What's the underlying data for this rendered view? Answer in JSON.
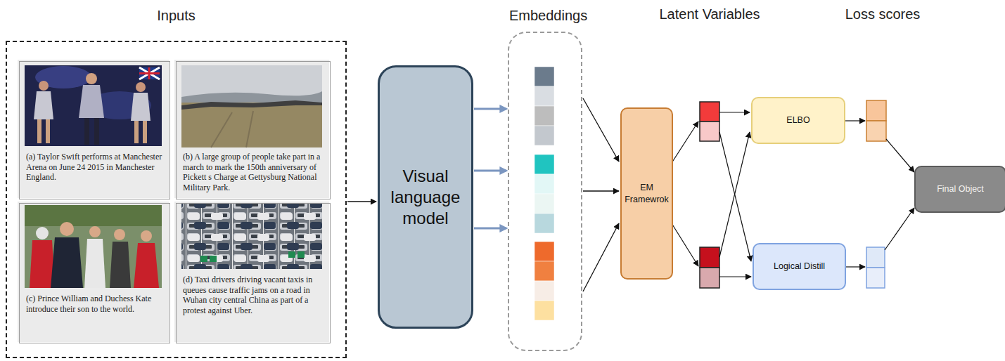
{
  "diagram": {
    "nodes": [
      {
        "text": [
          "Inputs"
        ]
      },
      {
        "text": [
          "(a) Taylor Swift performs at Manchester Arena on June 24 2015 in Manchester England."
        ],
        "in": 0
      },
      {
        "text": [
          "(b) A large group of people take part in a march to mark the 150th anniversary of Pickett s Charge at Gettysburg National Military Park."
        ],
        "in": 0
      },
      {
        "text": [
          "(c) Prince William and Duchess Kate introduce their son to the world."
        ],
        "in": 0
      },
      {
        "text": [
          "(d) Taxi drivers driving vacant taxis in queues cause traffic jams on a road in Wuhan city central China as part of a protest against Uber."
        ],
        "in": 0
      },
      {
        "text": [
          "Visual language model"
        ]
      },
      {
        "text": [
          "Embeddings"
        ]
      },
      {
        "text": [
          "EM Framewrok"
        ]
      },
      {
        "text": [
          "ELBO"
        ]
      },
      {
        "text": [
          "Logical Distill"
        ]
      },
      {
        "text": [
          "Final Object"
        ]
      }
    ],
    "edges": [
      {
        "from": 0,
        "to": 5,
        "arrow": "to"
      },
      {
        "from": 5,
        "to": 6,
        "arrow": "to"
      },
      {
        "from": 5,
        "to": 6,
        "arrow": "to"
      },
      {
        "from": 5,
        "to": 6,
        "arrow": "to"
      },
      {
        "from": 6,
        "to": 7,
        "arrow": "to"
      },
      {
        "from": 6,
        "to": 7,
        "arrow": "to"
      },
      {
        "from": 6,
        "to": 7,
        "arrow": "to"
      }
    ],
    "labels": [
      "Latent Variables",
      "Loss scores"
    ]
  }
}
